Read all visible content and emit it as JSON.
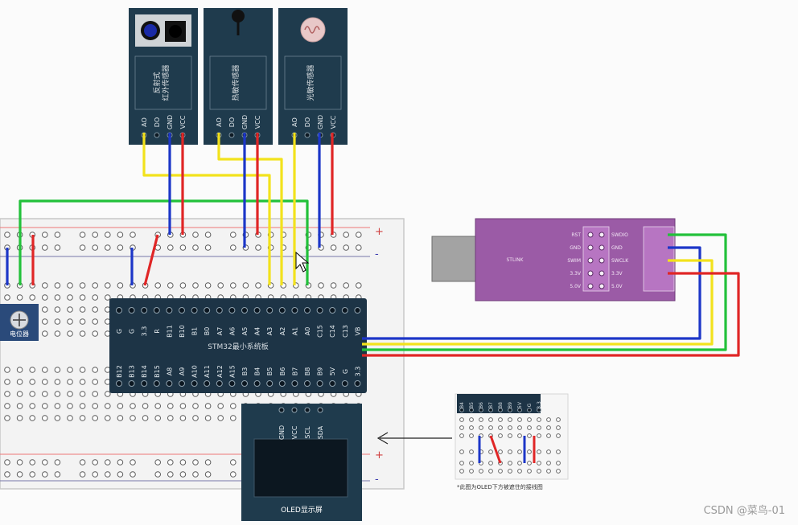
{
  "modules": [
    {
      "label": "反射式\n红外传感器",
      "pins": [
        "AO",
        "DO",
        "GND",
        "VCC"
      ],
      "sensor": "ir-pair-icon"
    },
    {
      "label": "热敏传感器",
      "pins": [
        "AO",
        "DO",
        "GND",
        "VCC"
      ],
      "sensor": "thermistor-icon"
    },
    {
      "label": "光敏传感器",
      "pins": [
        "AO",
        "DO",
        "GND",
        "VCC"
      ],
      "sensor": "photoresistor-icon"
    }
  ],
  "board": {
    "title": "STM32最小系统板",
    "top_pins": [
      "G",
      "G",
      "3.3",
      "R",
      "B11",
      "B10",
      "B1",
      "B0",
      "A7",
      "A6",
      "A5",
      "A4",
      "A3",
      "A2",
      "A1",
      "A0",
      "C15",
      "C14",
      "C13",
      "VB"
    ],
    "bottom_pins": [
      "B12",
      "B13",
      "B14",
      "B15",
      "A8",
      "A9",
      "A10",
      "A11",
      "A12",
      "A15",
      "B3",
      "B4",
      "B5",
      "B6",
      "B7",
      "B8",
      "B9",
      "5V",
      "G",
      "3.3"
    ]
  },
  "potentiometer": {
    "label": "电位器"
  },
  "stlink": {
    "label": "STLINK",
    "left_pins": [
      "RST",
      "GND",
      "SWIM",
      "3.3V",
      "5.0V"
    ],
    "right_pins": [
      "SWDIO",
      "GND",
      "SWCLK",
      "3.3V",
      "5.0V"
    ]
  },
  "oled": {
    "label": "OLED显示屏",
    "pins": [
      "GND",
      "VCC",
      "SCL",
      "SDA"
    ]
  },
  "breadboard_signs": {
    "plus": "+",
    "minus": "-"
  },
  "inset": {
    "pins": [
      "B4",
      "B5",
      "B6",
      "B7",
      "B8",
      "B9",
      "5V",
      "G",
      "3.3"
    ],
    "note": "*此图为OLED下方被遮住的接线图"
  },
  "watermark": "CSDN @菜鸟-01",
  "colors": {
    "yellow": "#f2e21c",
    "blue": "#1c36c8",
    "red": "#e02626",
    "green": "#22c13a",
    "board": "#1d3446",
    "stlink": "#9b5ba6"
  }
}
